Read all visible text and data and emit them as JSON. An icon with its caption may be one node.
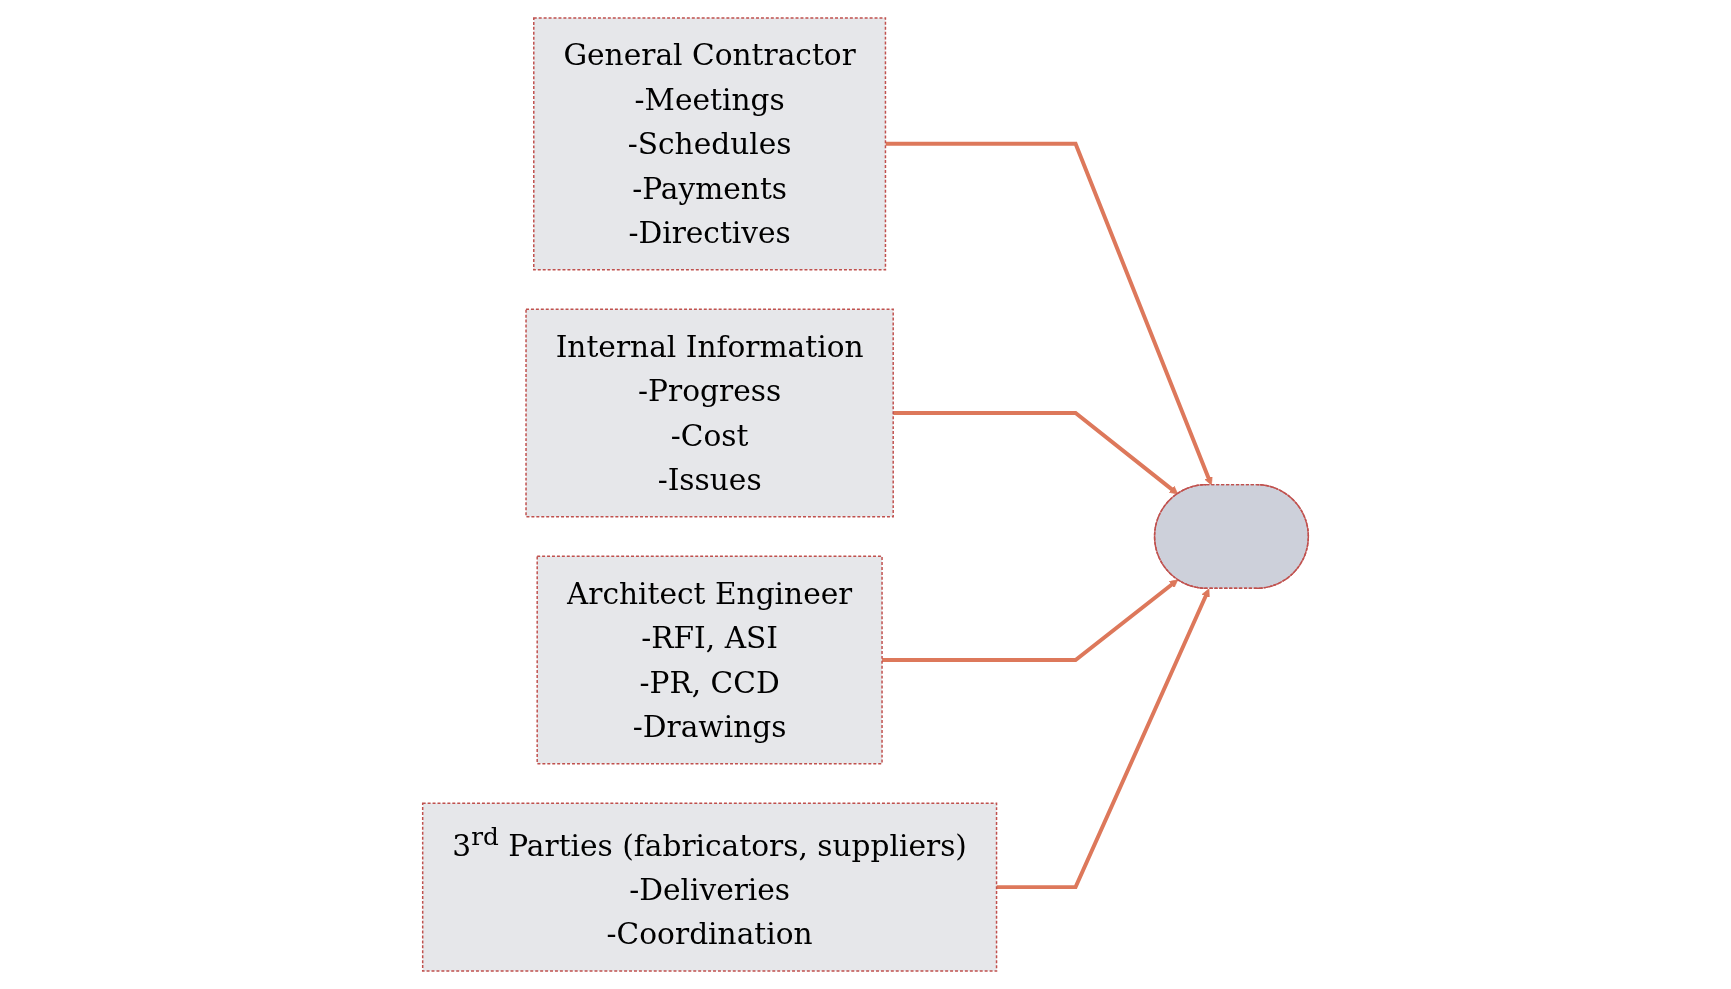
{
  "diagram": {
    "nodes": [
      {
        "text": [
          "General Contractor",
          "-Meetings",
          "-Schedules",
          "-Payments",
          "-Directives"
        ]
      },
      {
        "text": [
          "Internal Information",
          "-Progress",
          "-Cost",
          "-Issues"
        ]
      },
      {
        "text": [],
        "shape": "ellipse"
      },
      {
        "text": [
          "Architect Engineer",
          "-RFI, ASI",
          "-PR, CCD",
          "-Drawings"
        ]
      },
      {
        "text": [
          "3$^{rd}$ Parties (fabricators, suppliers)",
          "-Deliveries",
          "-Coordination"
        ]
      }
    ],
    "edges": [
      {
        "from": 0,
        "to": 2,
        "arrow": "to"
      },
      {
        "from": 1,
        "to": 2,
        "arrow": "to"
      },
      {
        "from": 3,
        "to": 2,
        "arrow": "to"
      },
      {
        "from": 4,
        "to": 2,
        "arrow": "to"
      }
    ]
  }
}
